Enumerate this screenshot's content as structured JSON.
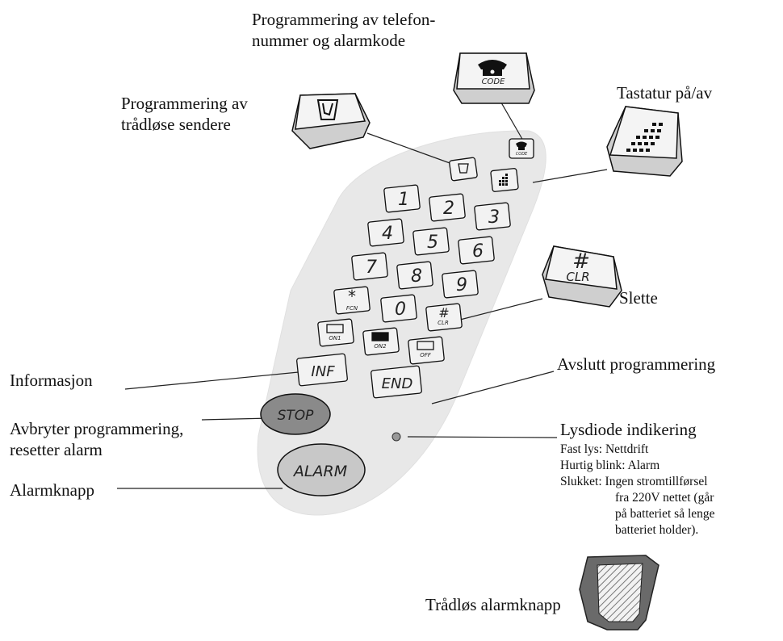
{
  "labels": {
    "phone_prog_1": "Programmering av telefon-",
    "phone_prog_2": "nummer og alarmkode",
    "wireless_prog_1": "Programmering av",
    "wireless_prog_2": "trådløse sendere",
    "keypad_toggle": "Tastatur på/av",
    "delete": "Slette",
    "info": "Informasjon",
    "end_prog": "Avslutt programmering",
    "abort_1": "Avbryter programmering,",
    "abort_2": "resetter alarm",
    "led_title": "Lysdiode indikering",
    "led_fast_1": "Fast lys: Nettdrift",
    "led_fast_2": "Hurtig blink: Alarm",
    "led_off_1": "Slukket: Ingen stromtillførsel",
    "led_off_2": "fra 220V nettet (går",
    "led_off_3": "på batteriet så lenge",
    "led_off_4": "batteriet holder).",
    "alarm_button": "Alarmknapp",
    "wireless_alarm_button": "Trådløs alarmknapp"
  },
  "keys": {
    "digits": [
      "1",
      "2",
      "3",
      "4",
      "5",
      "6",
      "7",
      "8",
      "9",
      "0"
    ],
    "code": "CODE",
    "star": "*",
    "fcn": "FCN",
    "hash": "#",
    "clr": "CLR",
    "on1": "ON1",
    "on2": "ON2",
    "off": "OFF",
    "inf": "INF",
    "end": "END",
    "stop": "STOP",
    "alarm": "ALARM"
  },
  "colors": {
    "panel": "#e8e8e8",
    "key": "#f2f2f2",
    "stop": "#8a8a8a",
    "alarm": "#c8c8c8",
    "wireless_body": "#6a6a6a"
  }
}
